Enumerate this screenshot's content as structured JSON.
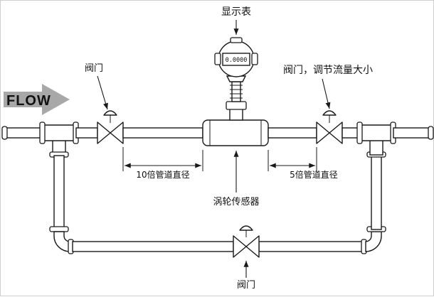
{
  "diagram": {
    "type": "turbine-flowmeter-piping-installation",
    "labels": {
      "flow": "FLOW",
      "display_meter": "显示表",
      "valve_inlet": "阀门",
      "valve_outlet": "阀门，调节流量大小",
      "dim_upstream": "10倍管道直径",
      "dim_downstream": "5倍管道直径",
      "turbine_sensor": "涡轮传感器",
      "valve_bypass": "阀门"
    },
    "display": {
      "readout": "0.0000"
    },
    "colors": {
      "line": "#1a1a1a",
      "flow_arrow": "#a8a8a8",
      "background": "#ffffff"
    }
  }
}
